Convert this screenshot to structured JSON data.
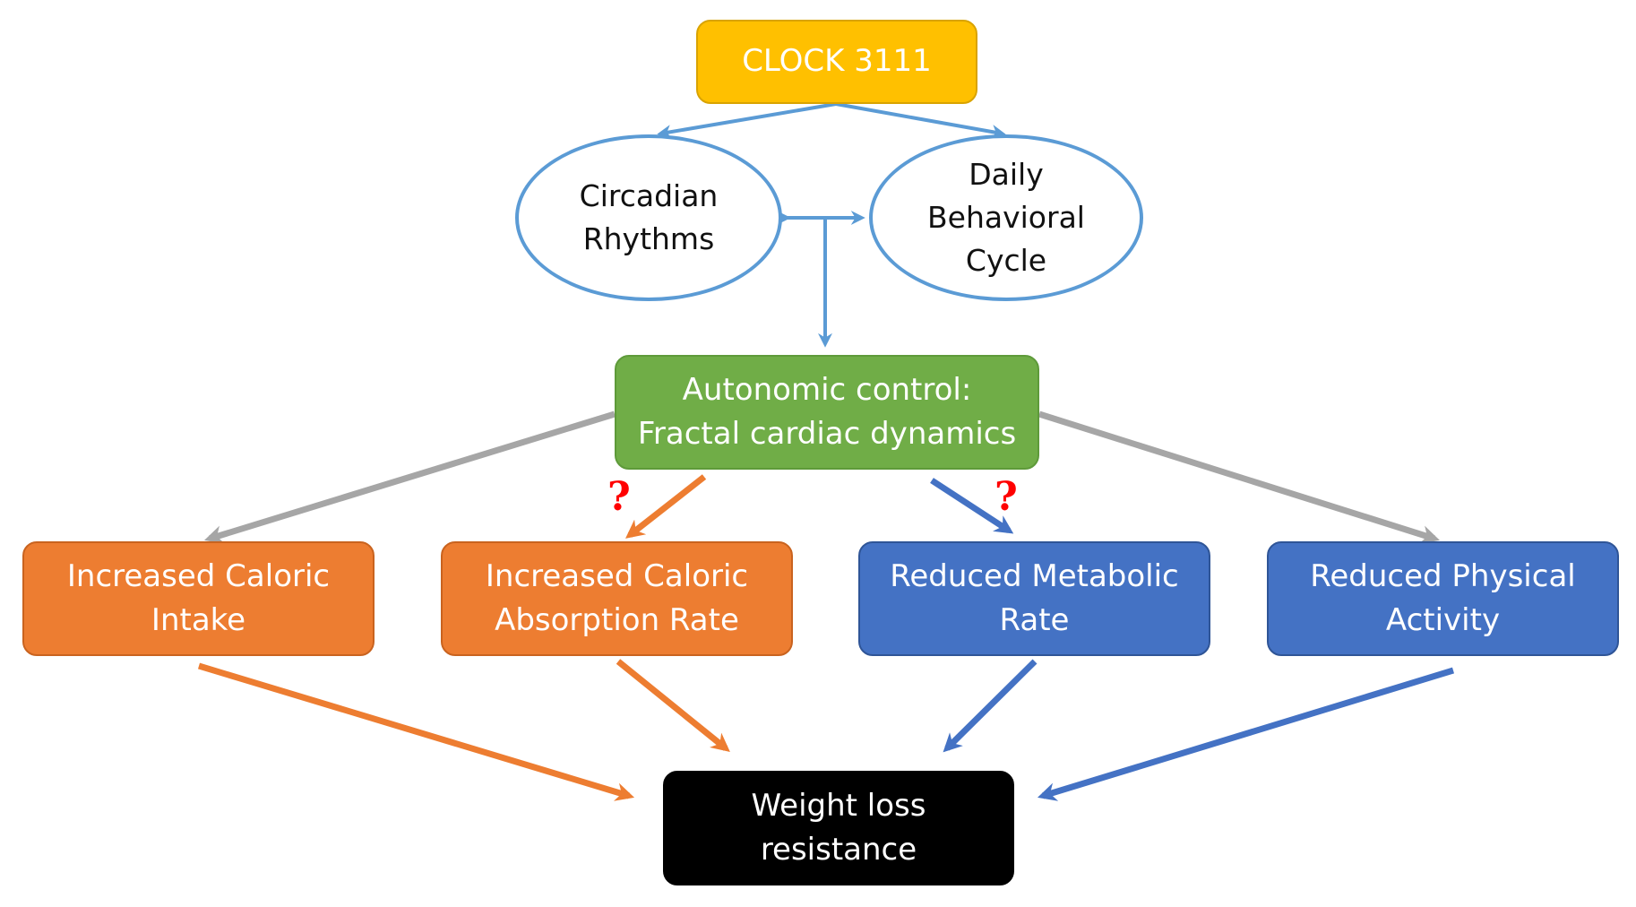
{
  "nodes": {
    "clock": {
      "label": "CLOCK 3111"
    },
    "circadian": {
      "label": "Circadian\nRhythms"
    },
    "daily": {
      "label": "Daily\nBehavioral\nCycle"
    },
    "autonomic": {
      "label": "Autonomic control:\nFractal cardiac dynamics"
    },
    "caloric_intake": {
      "label": "Increased Caloric\nIntake"
    },
    "caloric_absorption": {
      "label": "Increased Caloric\nAbsorption Rate"
    },
    "metabolic_rate": {
      "label": "Reduced Metabolic\nRate"
    },
    "physical_activity": {
      "label": "Reduced Physical\nActivity"
    },
    "weight_loss": {
      "label": "Weight loss\nresistance"
    }
  },
  "uncertain_marks": {
    "absorption": "?",
    "metabolic": "?"
  },
  "colors": {
    "clock_fill": "#FFC000",
    "autonomic_fill": "#70AD47",
    "orange_fill": "#ED7D31",
    "blue_fill": "#4472C4",
    "black_fill": "#000000",
    "oval_stroke": "#5B9BD5",
    "light_arrow": "#5B9BD5",
    "gray_arrow": "#A6A6A6",
    "orange_arrow": "#ED7D31",
    "blue_arrow": "#4472C4",
    "question_mark": "#FF0000"
  }
}
